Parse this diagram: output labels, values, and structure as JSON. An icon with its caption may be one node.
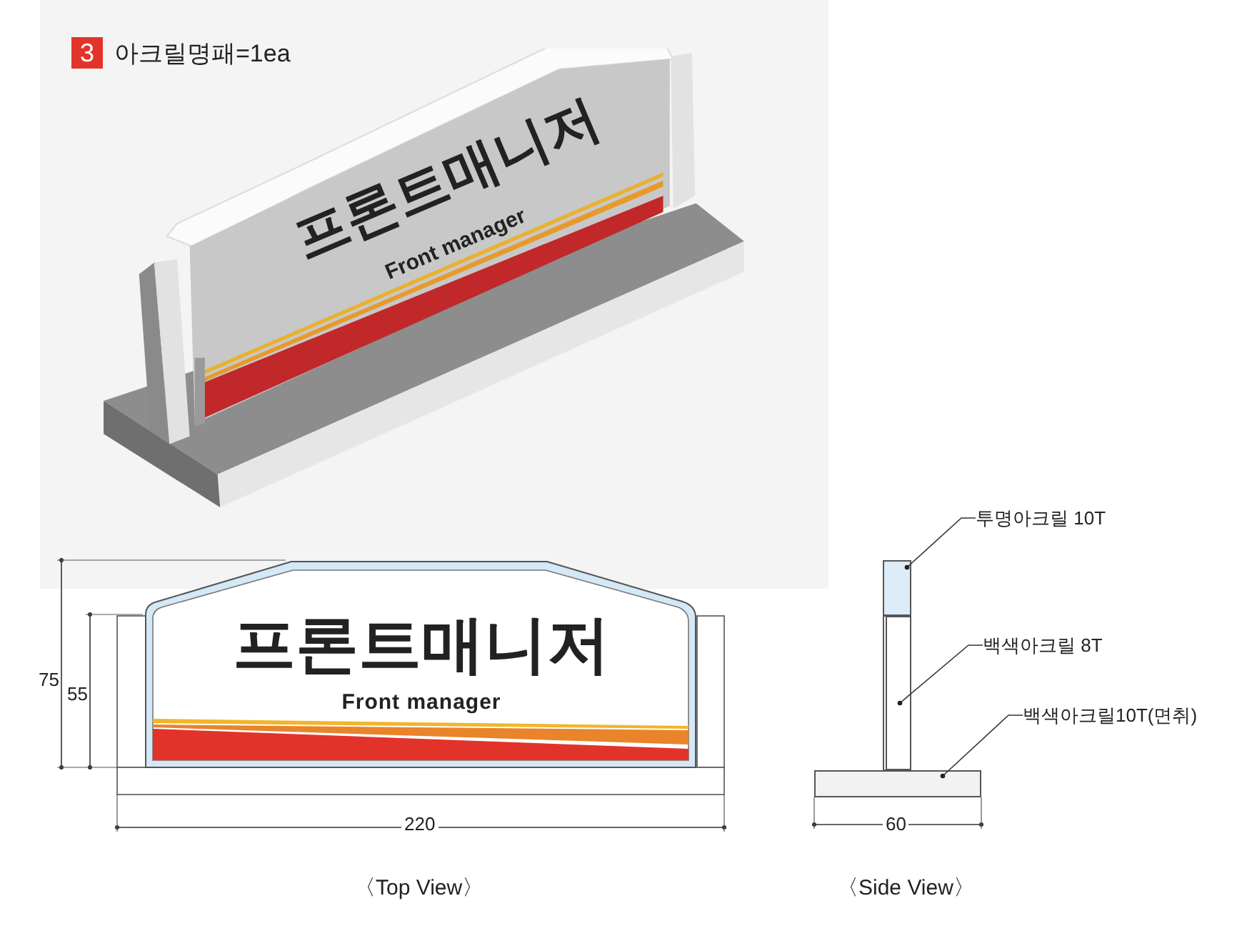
{
  "diagram": {
    "nodes": [
      {
        "text": [
          "프론트매니저",
          "Front manager"
        ]
      },
      {
        "text": [
          "프론트매니저",
          "Front manager"
        ]
      },
      {
        "text": [
          "투명아크릴 10T"
        ]
      },
      {
        "text": [],
        "shape": "box"
      },
      {
        "text": [
          "백색아크릴 8T"
        ]
      },
      {
        "text": [],
        "shape": "box"
      },
      {
        "text": [
          "백색아크릴10T(면취)"
        ]
      },
      {
        "text": [],
        "shape": "box"
      }
    ],
    "edges": [
      {
        "from": 2,
        "to": 3,
        "arrow": "other"
      },
      {
        "from": 4,
        "to": 5,
        "arrow": "other"
      },
      {
        "from": 6,
        "to": 7,
        "arrow": "other"
      }
    ],
    "labels": [
      "3",
      "아크릴명패=1ea",
      "75",
      "55",
      "220",
      "60",
      "〈Top View〉",
      "〈Side View〉"
    ]
  }
}
